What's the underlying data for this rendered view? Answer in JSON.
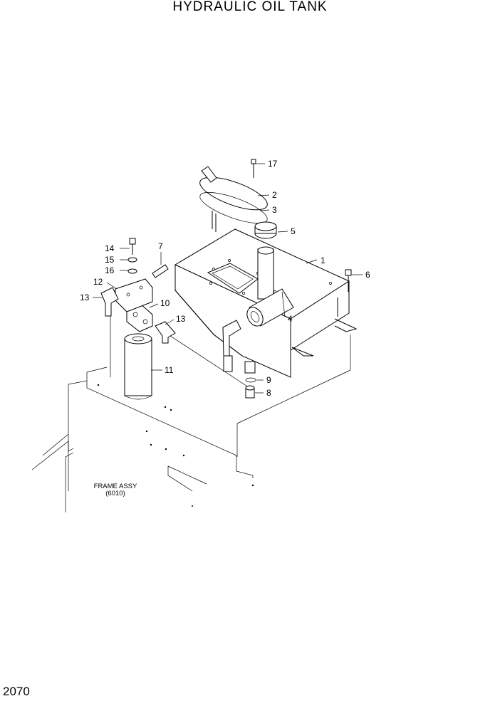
{
  "title": "HYDRAULIC OIL TANK",
  "page_number": "2070",
  "frame_label": "FRAME ASSY",
  "frame_ref": "(6010)",
  "callouts": [
    "1",
    "2",
    "3",
    "4",
    "5",
    "6",
    "7",
    "8",
    "9",
    "10",
    "11",
    "12",
    "13",
    "13",
    "14",
    "15",
    "16",
    "17"
  ]
}
